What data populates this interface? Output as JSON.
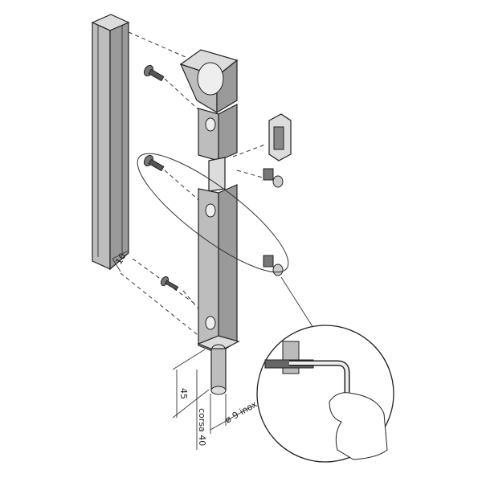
{
  "dimensions": {
    "profile_width": "16",
    "pin_exposed": "45",
    "stroke": "corsa 40",
    "pin_diameter": "ø 9 inox"
  }
}
